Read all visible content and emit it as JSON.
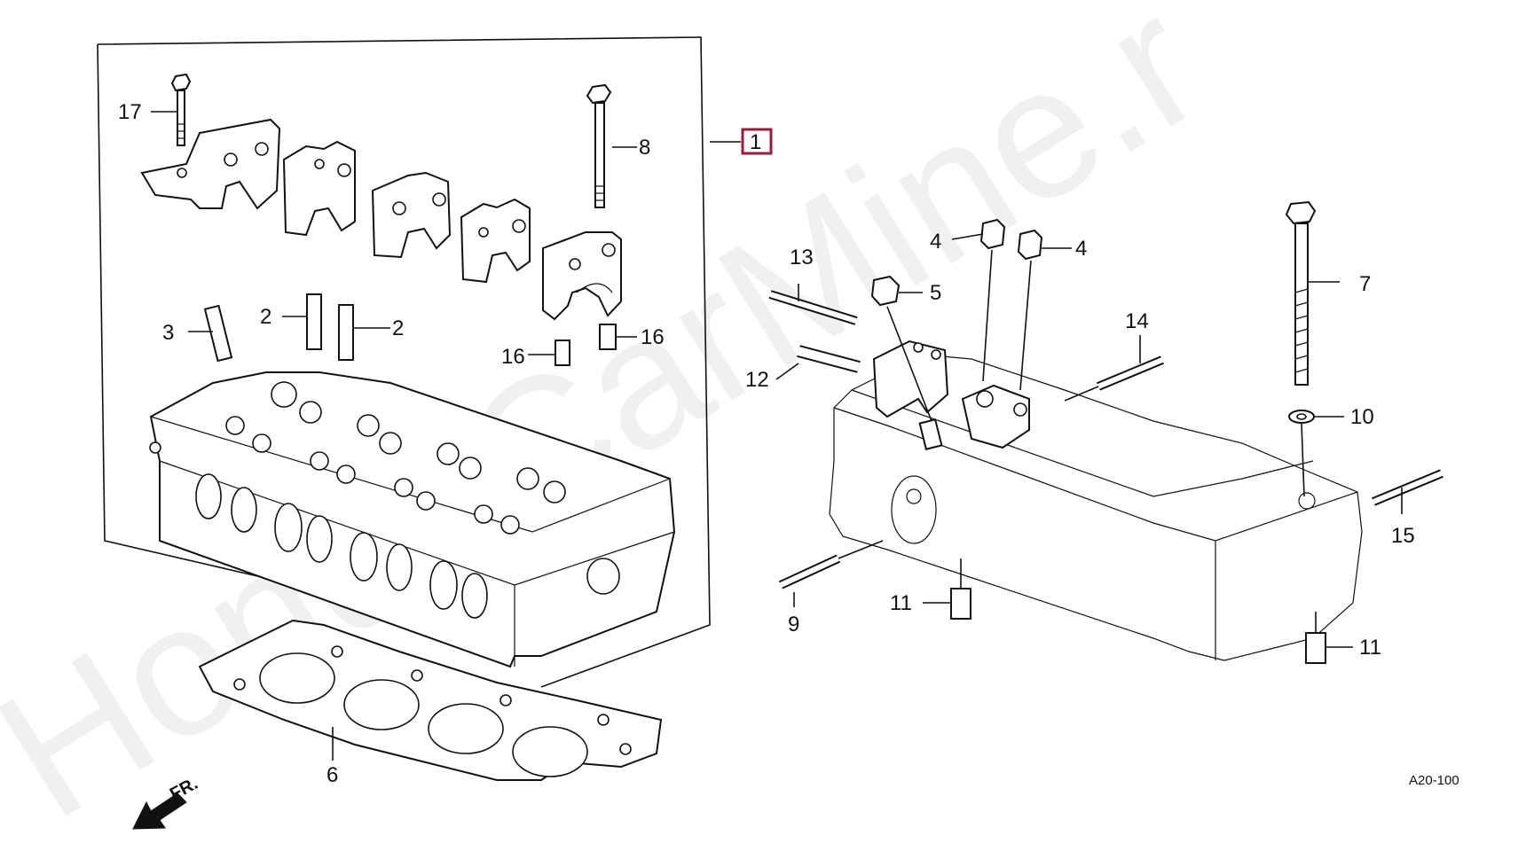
{
  "watermark": "HondaCarMine.r",
  "diagram_code": "A20-100",
  "front_marker": "FR.",
  "highlight_color": "#9b1b3b",
  "callouts": {
    "c1": "1",
    "c2a": "2",
    "c2b": "2",
    "c3": "3",
    "c4a": "4",
    "c4b": "4",
    "c5": "5",
    "c6": "6",
    "c7": "7",
    "c8": "8",
    "c9": "9",
    "c10": "10",
    "c11a": "11",
    "c11b": "11",
    "c12": "12",
    "c13": "13",
    "c14": "14",
    "c15": "15",
    "c16a": "16",
    "c16b": "16",
    "c17": "17"
  }
}
